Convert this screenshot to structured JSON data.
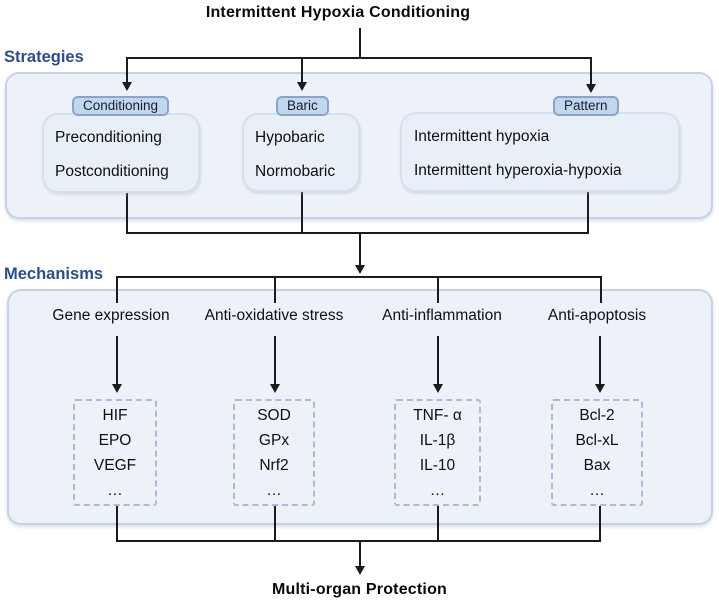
{
  "title": "Intermittent Hypoxia Conditioning",
  "footer": "Multi-organ Protection",
  "strategies": {
    "label": "Strategies",
    "groups": [
      {
        "tag": "Conditioning",
        "items": [
          "Preconditioning",
          "Postconditioning"
        ]
      },
      {
        "tag": "Baric",
        "items": [
          "Hypobaric",
          "Normobaric"
        ]
      },
      {
        "tag": "Pattern",
        "items": [
          "Intermittent hypoxia",
          "Intermittent hyperoxia-hypoxia"
        ]
      }
    ]
  },
  "mechanisms": {
    "label": "Mechanisms",
    "columns": [
      {
        "header": "Gene expression",
        "items": [
          "HIF",
          "EPO",
          "VEGF",
          "…"
        ]
      },
      {
        "header": "Anti-oxidative stress",
        "items": [
          "SOD",
          "GPx",
          "Nrf2",
          "…"
        ]
      },
      {
        "header": "Anti-inflammation",
        "items": [
          "TNF- α",
          "IL-1β",
          "IL-10",
          "…"
        ]
      },
      {
        "header": "Anti-apoptosis",
        "items": [
          "Bcl-2",
          "Bcl-xL",
          "Bax",
          "…"
        ]
      }
    ]
  },
  "colors": {
    "section_label": "#2d4e86",
    "panel_fill": "#edf1f8",
    "panel_border": "#c6d2e7",
    "card_fill": "#e8eff7",
    "card_border": "#d6e1ef",
    "tag_fill": "#c2d6ec",
    "tag_border": "#8aa5ca",
    "dashed_border": "#aeb9da",
    "connector": "#1c1c1c"
  }
}
